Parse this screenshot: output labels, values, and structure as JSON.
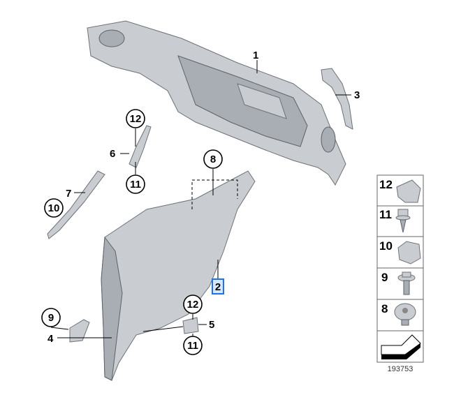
{
  "diagram": {
    "callouts": {
      "c1": "1",
      "c2": "2",
      "c3": "3",
      "c4": "4",
      "c5": "5",
      "c6": "6",
      "c7": "7",
      "c8": "8",
      "c9": "9",
      "c10": "10",
      "c11a": "11",
      "c11b": "11",
      "c12a": "12",
      "c12b": "12"
    },
    "highlighted_callout": "2",
    "highlight_color": "#1a73e8",
    "legend": [
      {
        "label": "12",
        "icon": "speed-nut-icon"
      },
      {
        "label": "11",
        "icon": "hex-screw-icon"
      },
      {
        "label": "10",
        "icon": "clip-nut-icon"
      },
      {
        "label": "9",
        "icon": "hex-bolt-icon"
      },
      {
        "label": "8",
        "icon": "torx-bolt-icon"
      }
    ],
    "diagram_number": "193753"
  }
}
